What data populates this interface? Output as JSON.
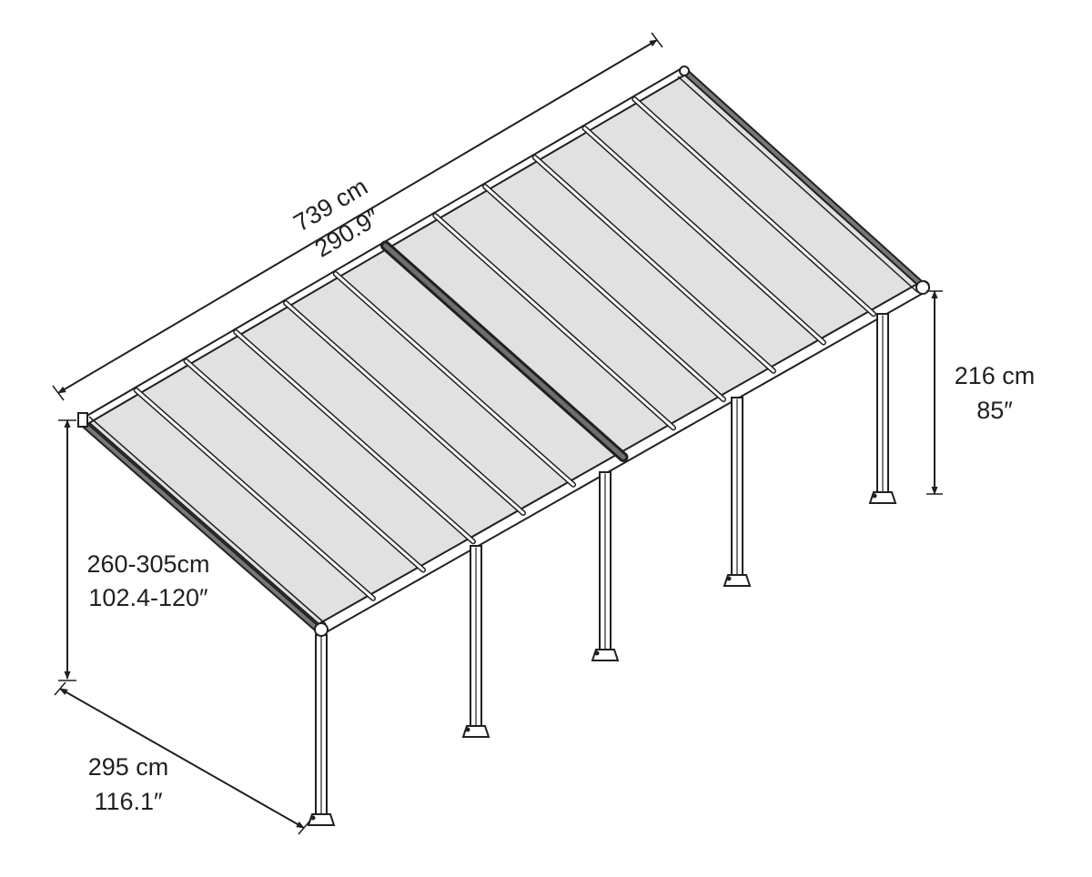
{
  "diagram": {
    "colors": {
      "line": "#231f20",
      "roof_fill": "#e1e1e1",
      "frame_fill": "#ffffff",
      "background": "#ffffff"
    },
    "dimensions": {
      "length": {
        "metric": "739 cm",
        "imperial": "290.9″"
      },
      "back_height": {
        "metric": "216 cm",
        "imperial": "85″"
      },
      "front_height": {
        "metric": "260-305cm",
        "imperial": "102.4-120″"
      },
      "depth": {
        "metric": "295 cm",
        "imperial": "116.1″"
      }
    }
  }
}
